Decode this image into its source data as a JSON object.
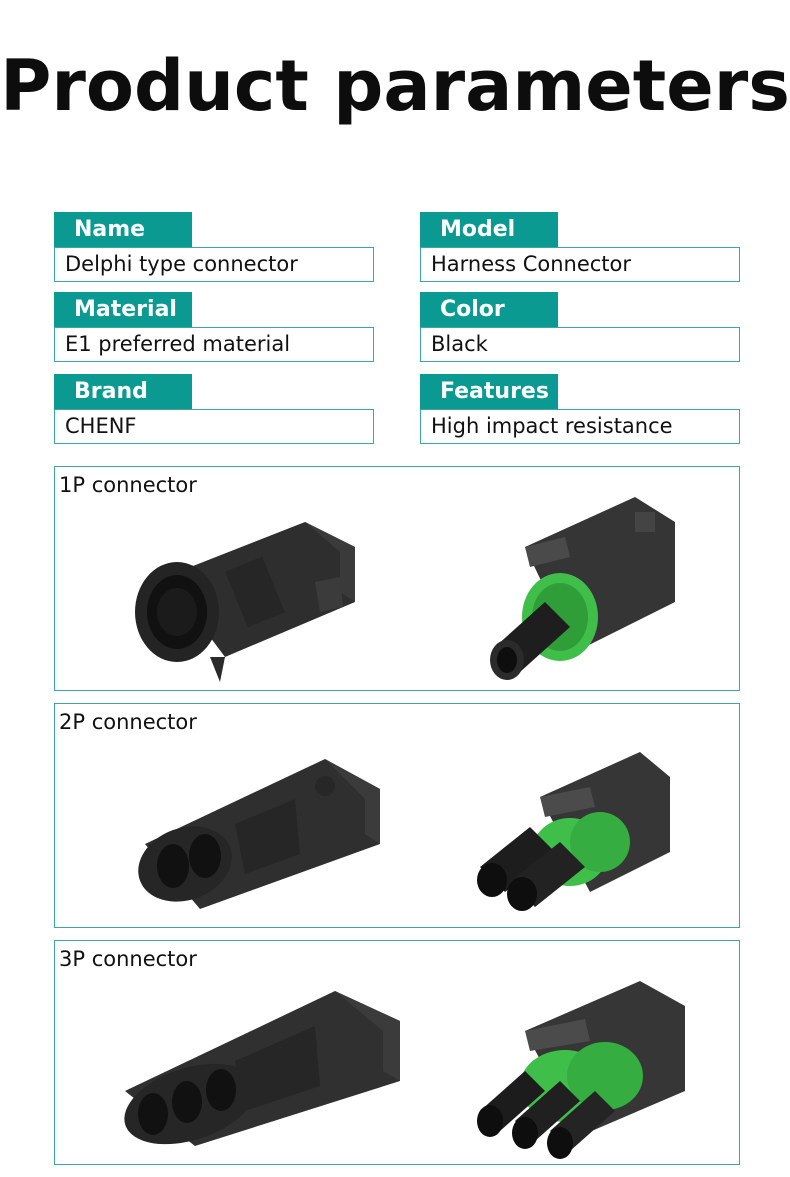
{
  "title": "Product parameters",
  "params": [
    {
      "label": "Name",
      "value": "Delphi type connector"
    },
    {
      "label": "Model",
      "value": "Harness Connector"
    },
    {
      "label": "Material",
      "value": "E1 preferred material"
    },
    {
      "label": "Color",
      "value": "Black"
    },
    {
      "label": "Brand",
      "value": "CHENF"
    },
    {
      "label": "Features",
      "value": "High impact resistance"
    }
  ],
  "panels": [
    {
      "title": "1P connector",
      "pins": 1
    },
    {
      "title": "2P connector",
      "pins": 2
    },
    {
      "title": "3P connector",
      "pins": 3
    }
  ],
  "colors": {
    "accent": "#0b9a92",
    "border": "#3aa8a1",
    "seal": "#3fbf4a",
    "plastic": "#2b2b2b"
  }
}
